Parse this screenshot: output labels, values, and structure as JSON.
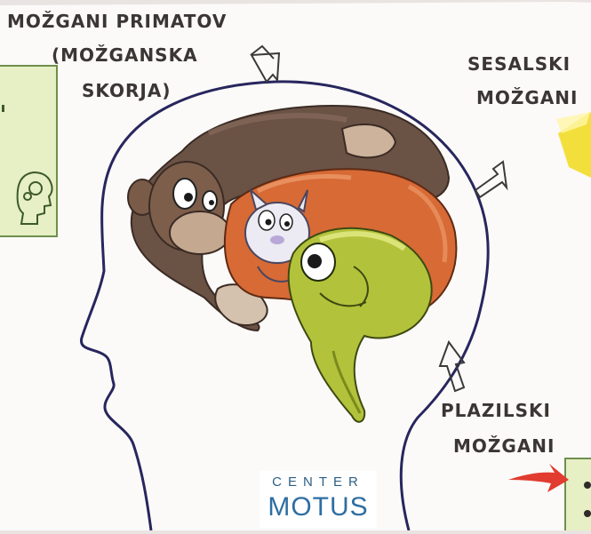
{
  "labels": {
    "primate": [
      "MOŽGANI PRIMATOV",
      "(MOŽGANSKA",
      "SKORJA)"
    ],
    "mammal": [
      "SESALSKI",
      "MOŽGANI"
    ],
    "reptile": [
      "PLAZILSKI",
      "MOŽGANI"
    ]
  },
  "logo": {
    "line1": "CENTER",
    "line2": "MOTUS"
  },
  "icons": {
    "side_card": "head-with-gears-icon",
    "brain": "triune-brain-cartoon-icon"
  },
  "colors": {
    "paper": "#fbfaf8",
    "head_outline": "#27265e",
    "card_green": "#e7efc4",
    "card_border": "#6f8f4c",
    "logo_blue": "#2e6ea2",
    "monkey_brown": "#6a5245",
    "orange_cat": "#d76a35",
    "lizard_green": "#b3c23b",
    "red_arrow": "#e23b2f",
    "yellow_arrow": "#f3df3c"
  }
}
